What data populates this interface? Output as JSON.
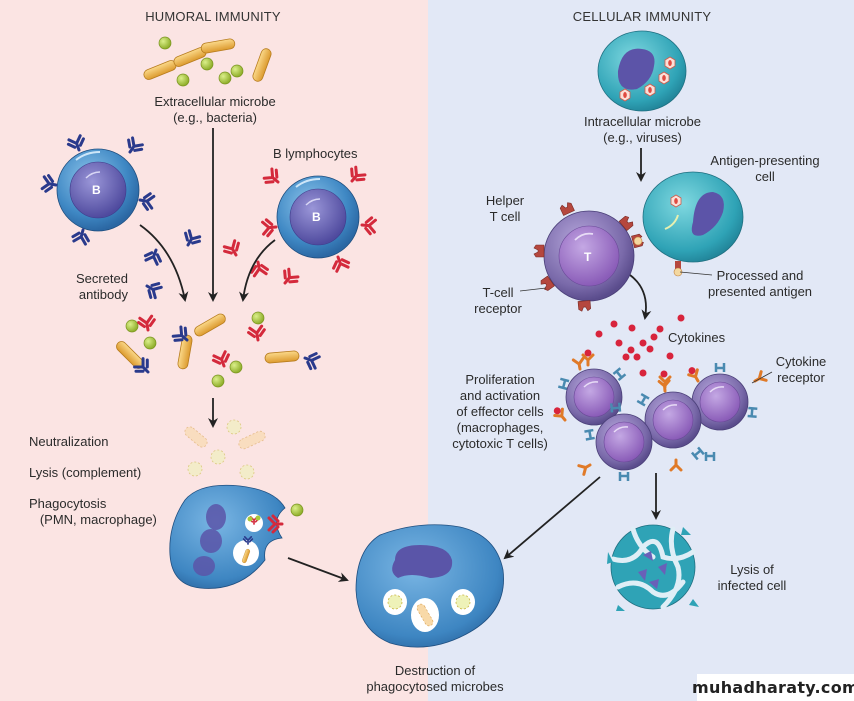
{
  "sections": {
    "humoral": {
      "title": "HUMORAL IMMUNITY",
      "bg_color": "#fbe4e3"
    },
    "cellular": {
      "title": "CELLULAR IMMUNITY",
      "bg_color": "#e2e8f6"
    }
  },
  "labels": {
    "extracellular_microbe": "Extracellular microbe\n(e.g., bacteria)",
    "b_lymphocytes": "B lymphocytes",
    "b_cell_letter": "B",
    "secreted_antibody": "Secreted\nantibody",
    "neutralization": "Neutralization",
    "lysis_complement": "Lysis (complement)",
    "phagocytosis": "Phagocytosis\n   (PMN, macrophage)",
    "destruction": "Destruction of\nphagocytosed microbes",
    "intracellular_microbe": "Intracellular microbe\n(e.g., viruses)",
    "antigen_presenting_cell": "Antigen-presenting\ncell",
    "helper_t_cell": "Helper\nT cell",
    "t_cell_letter": "T",
    "t_cell_receptor": "T-cell\nreceptor",
    "processed_antigen": "Processed and\npresented antigen",
    "cytokines": "Cytokines",
    "cytokine_receptor": "Cytokine\nreceptor",
    "proliferation": "Proliferation\nand activation\nof effector cells\n(macrophages,\ncytotoxic T cells)",
    "lysis_infected": "Lysis of\ninfected cell"
  },
  "colors": {
    "antibody_blue": "#2a3a8c",
    "antibody_red": "#d42a3c",
    "bacteria_orange": "#f2b84b",
    "cocci_green": "#a9c93a",
    "cell_blue": "#4a90c8",
    "nucleus_purple": "#6a63b5",
    "apc_teal": "#3ab0c0",
    "t_cell_purple": "#8a7ab8",
    "cytokine_red": "#d8243c",
    "arrow": "#222222"
  },
  "watermark": "muhadharaty.com"
}
